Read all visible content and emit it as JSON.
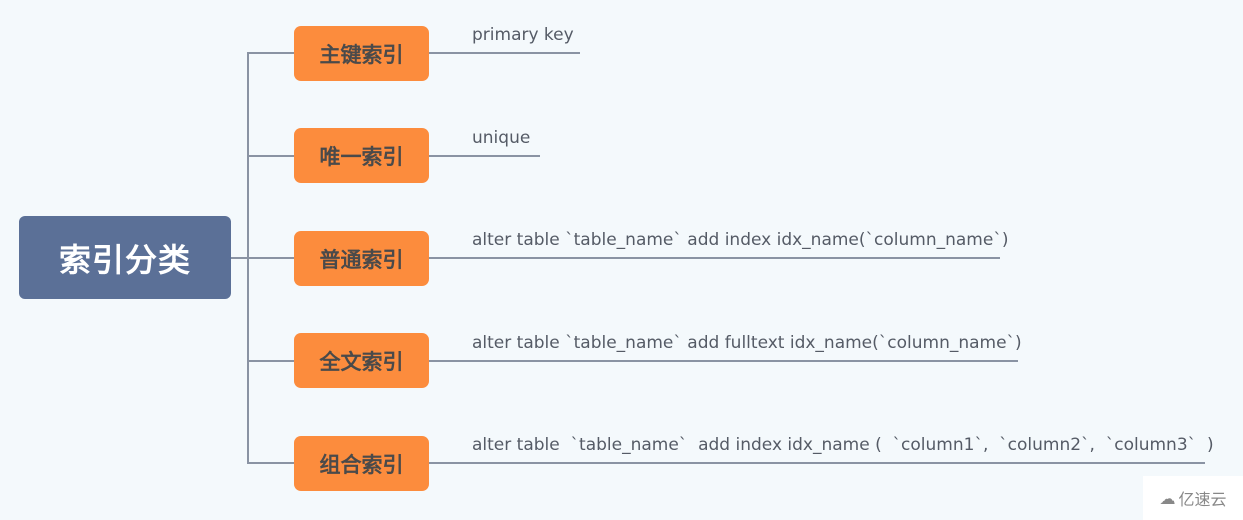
{
  "root": {
    "label": "索引分类",
    "color": "#5b7097"
  },
  "branches": [
    {
      "label": "主键索引",
      "detail": "primary key"
    },
    {
      "label": "唯一索引",
      "detail": "unique"
    },
    {
      "label": "普通索引",
      "detail": "alter table `table_name` add index idx_name(`column_name`)"
    },
    {
      "label": "全文索引",
      "detail": "alter table `table_name` add fulltext idx_name(`column_name`)"
    },
    {
      "label": "组合索引",
      "detail": "alter table  `table_name`  add index idx_name (  `column1`,  `column2`,  `column3`  )"
    }
  ],
  "colors": {
    "branch": "#fc8c3d",
    "connector": "#8a93a3",
    "background": "#f4f9fc"
  },
  "watermark": {
    "icon": "cloud-icon",
    "text": "亿速云"
  }
}
